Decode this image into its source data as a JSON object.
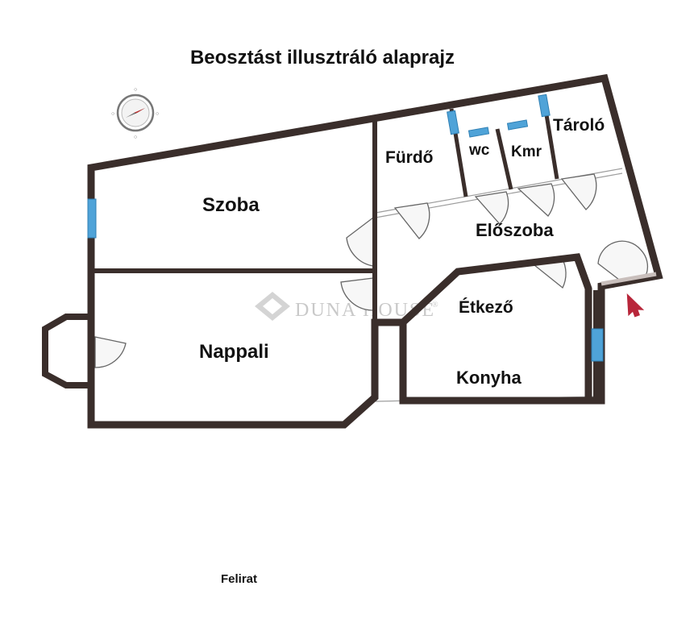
{
  "title": "Beosztást illusztráló alaprajz",
  "caption": "Felirat",
  "watermark": {
    "text": "DUNA HOUSE",
    "mark": "®"
  },
  "rooms": {
    "szoba": "Szoba",
    "nappali": "Nappali",
    "furdo": "Fürdő",
    "wc": "wc",
    "kamra": "Kmr",
    "tarolo": "Tároló",
    "eloszoba": "Előszoba",
    "etkezo": "Étkező",
    "konyha": "Konyha"
  },
  "colors": {
    "wall": "#3a2e2b",
    "window": "#4fa3d8",
    "door_arc": "#555555",
    "entrance_arrow": "#b8263a",
    "watermark": "#c9c9c9"
  },
  "icons": [
    "compass-icon",
    "entrance-arrow-icon",
    "duna-house-logo-icon"
  ]
}
